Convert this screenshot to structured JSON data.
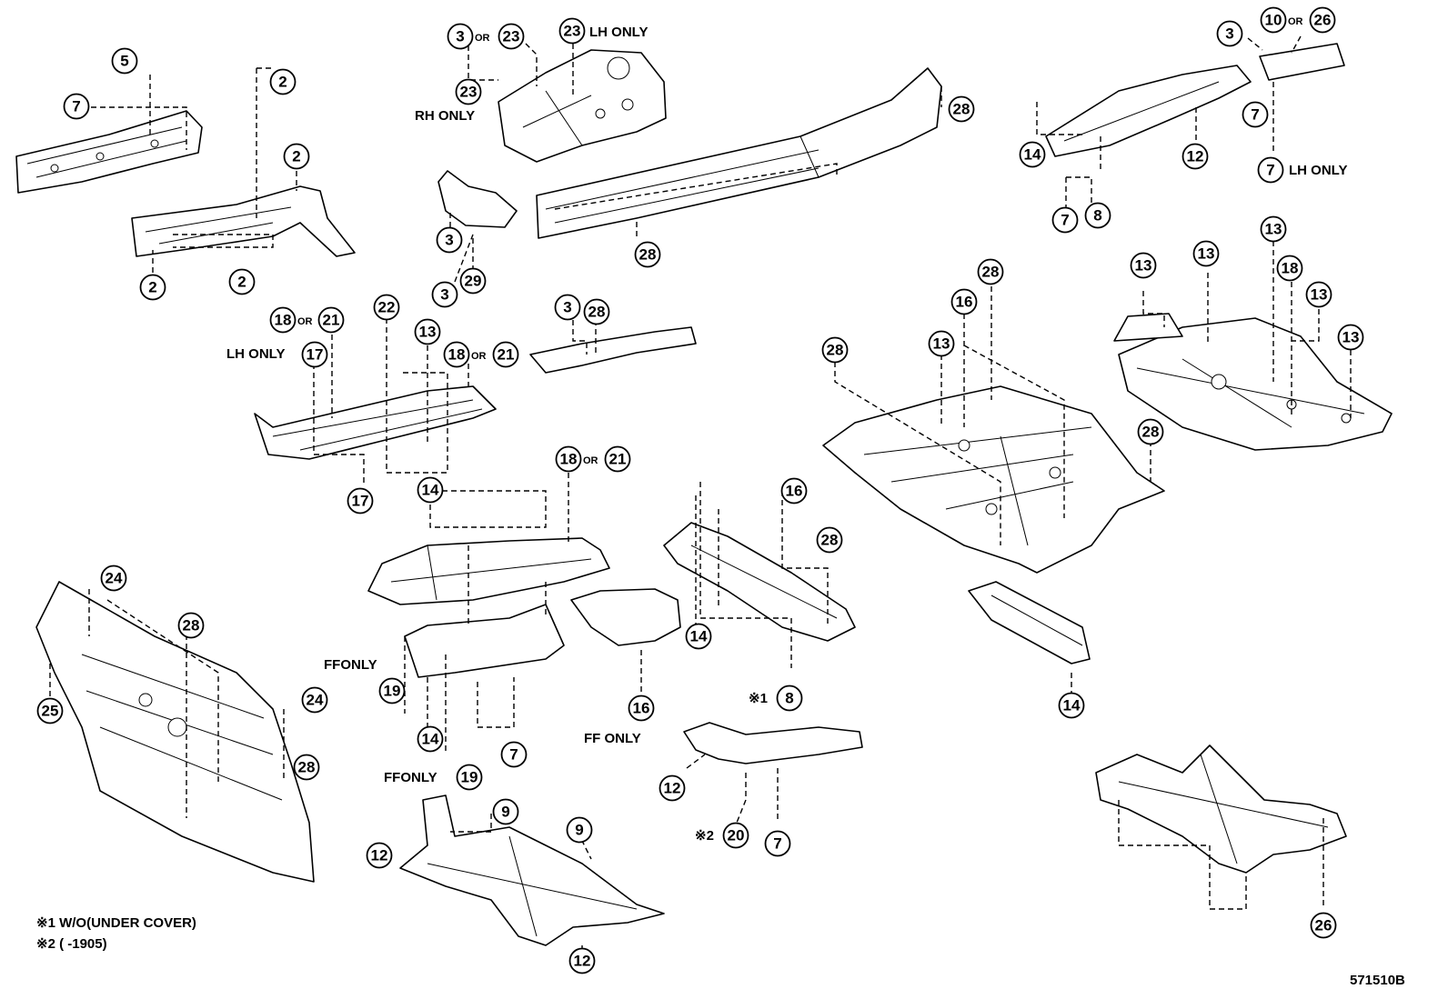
{
  "callouts": [
    {
      "id": "c-5a",
      "num": "5"
    },
    {
      "id": "c-7a",
      "num": "7"
    },
    {
      "id": "c-2a",
      "num": "2"
    },
    {
      "id": "c-2b",
      "num": "2"
    },
    {
      "id": "c-2c",
      "num": "2"
    },
    {
      "id": "c-2d",
      "num": "2"
    },
    {
      "id": "c-3a",
      "num": "3"
    },
    {
      "id": "c-23a",
      "num": "23"
    },
    {
      "id": "c-23b",
      "num": "23"
    },
    {
      "id": "c-23c",
      "num": "23"
    },
    {
      "id": "c-28a",
      "num": "28"
    },
    {
      "id": "c-3b",
      "num": "3"
    },
    {
      "id": "c-3c",
      "num": "3"
    },
    {
      "id": "c-29a",
      "num": "29"
    },
    {
      "id": "c-28b",
      "num": "28"
    },
    {
      "id": "c-3d",
      "num": "3"
    },
    {
      "id": "c-10a",
      "num": "10"
    },
    {
      "id": "c-26a",
      "num": "26"
    },
    {
      "id": "c-7b",
      "num": "7"
    },
    {
      "id": "c-14a",
      "num": "14"
    },
    {
      "id": "c-12a",
      "num": "12"
    },
    {
      "id": "c-7c",
      "num": "7"
    },
    {
      "id": "c-7d",
      "num": "7"
    },
    {
      "id": "c-8a",
      "num": "8"
    },
    {
      "id": "c-18a",
      "num": "18"
    },
    {
      "id": "c-21a",
      "num": "21"
    },
    {
      "id": "c-22a",
      "num": "22"
    },
    {
      "id": "c-13a",
      "num": "13"
    },
    {
      "id": "c-17a",
      "num": "17"
    },
    {
      "id": "c-18b",
      "num": "18"
    },
    {
      "id": "c-21b",
      "num": "21"
    },
    {
      "id": "c-17b",
      "num": "17"
    },
    {
      "id": "c-3e",
      "num": "3"
    },
    {
      "id": "c-28c",
      "num": "28"
    },
    {
      "id": "c-28d",
      "num": "28"
    },
    {
      "id": "c-16a",
      "num": "16"
    },
    {
      "id": "c-13b",
      "num": "13"
    },
    {
      "id": "c-28e",
      "num": "28"
    },
    {
      "id": "c-13c",
      "num": "13"
    },
    {
      "id": "c-13d",
      "num": "13"
    },
    {
      "id": "c-13e",
      "num": "13"
    },
    {
      "id": "c-18c",
      "num": "18"
    },
    {
      "id": "c-13f",
      "num": "13"
    },
    {
      "id": "c-13g",
      "num": "13"
    },
    {
      "id": "c-28f",
      "num": "28"
    },
    {
      "id": "c-14b",
      "num": "14"
    },
    {
      "id": "c-18d",
      "num": "18"
    },
    {
      "id": "c-21c",
      "num": "21"
    },
    {
      "id": "c-16b",
      "num": "16"
    },
    {
      "id": "c-28g",
      "num": "28"
    },
    {
      "id": "c-14c",
      "num": "14"
    },
    {
      "id": "c-8b",
      "num": "8"
    },
    {
      "id": "c-16c",
      "num": "16"
    },
    {
      "id": "c-14d",
      "num": "14"
    },
    {
      "id": "c-24a",
      "num": "24"
    },
    {
      "id": "c-28h",
      "num": "28"
    },
    {
      "id": "c-25a",
      "num": "25"
    },
    {
      "id": "c-24b",
      "num": "24"
    },
    {
      "id": "c-28i",
      "num": "28"
    },
    {
      "id": "c-19a",
      "num": "19"
    },
    {
      "id": "c-14e",
      "num": "14"
    },
    {
      "id": "c-7e",
      "num": "7"
    },
    {
      "id": "c-19b",
      "num": "19"
    },
    {
      "id": "c-12b",
      "num": "12"
    },
    {
      "id": "c-20a",
      "num": "20"
    },
    {
      "id": "c-7f",
      "num": "7"
    },
    {
      "id": "c-9a",
      "num": "9"
    },
    {
      "id": "c-9b",
      "num": "9"
    },
    {
      "id": "c-12c",
      "num": "12"
    },
    {
      "id": "c-12d",
      "num": "12"
    },
    {
      "id": "c-26b",
      "num": "26"
    }
  ],
  "labels": {
    "or": "OR",
    "lh_only": "LH ONLY",
    "rh_only": "RH ONLY",
    "ff_only": "FF ONLY",
    "ff_only_tight": "FFONLY",
    "note_ref_1": "※1",
    "note_ref_2": "※2"
  },
  "footnotes": {
    "note1": "※1 W/O(UNDER COVER)",
    "note2": "※2 (       -1905)"
  },
  "illustration_code": "571510B"
}
